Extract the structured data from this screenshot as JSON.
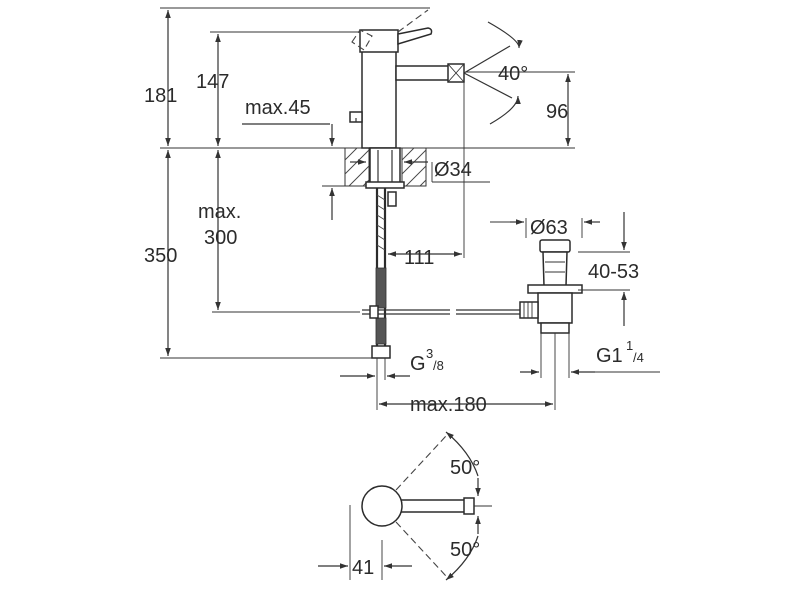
{
  "labels": {
    "d181": "181",
    "d147": "147",
    "max45": "max.45",
    "d40": "40°",
    "d96": "96",
    "d34": "Ø34",
    "max_line1": "max.",
    "max_line2": "300",
    "d350": "350",
    "d111": "111",
    "d63": "Ø63",
    "d4053": "40-53",
    "g38_base": "G",
    "g38_sup": "3",
    "g38_sub": "/8",
    "g114_base": "G1",
    "g114_sup": "1",
    "g114_sub": "/4",
    "max180": "max.180",
    "a50_top": "50°",
    "a50_bot": "50°",
    "d41": "41"
  }
}
